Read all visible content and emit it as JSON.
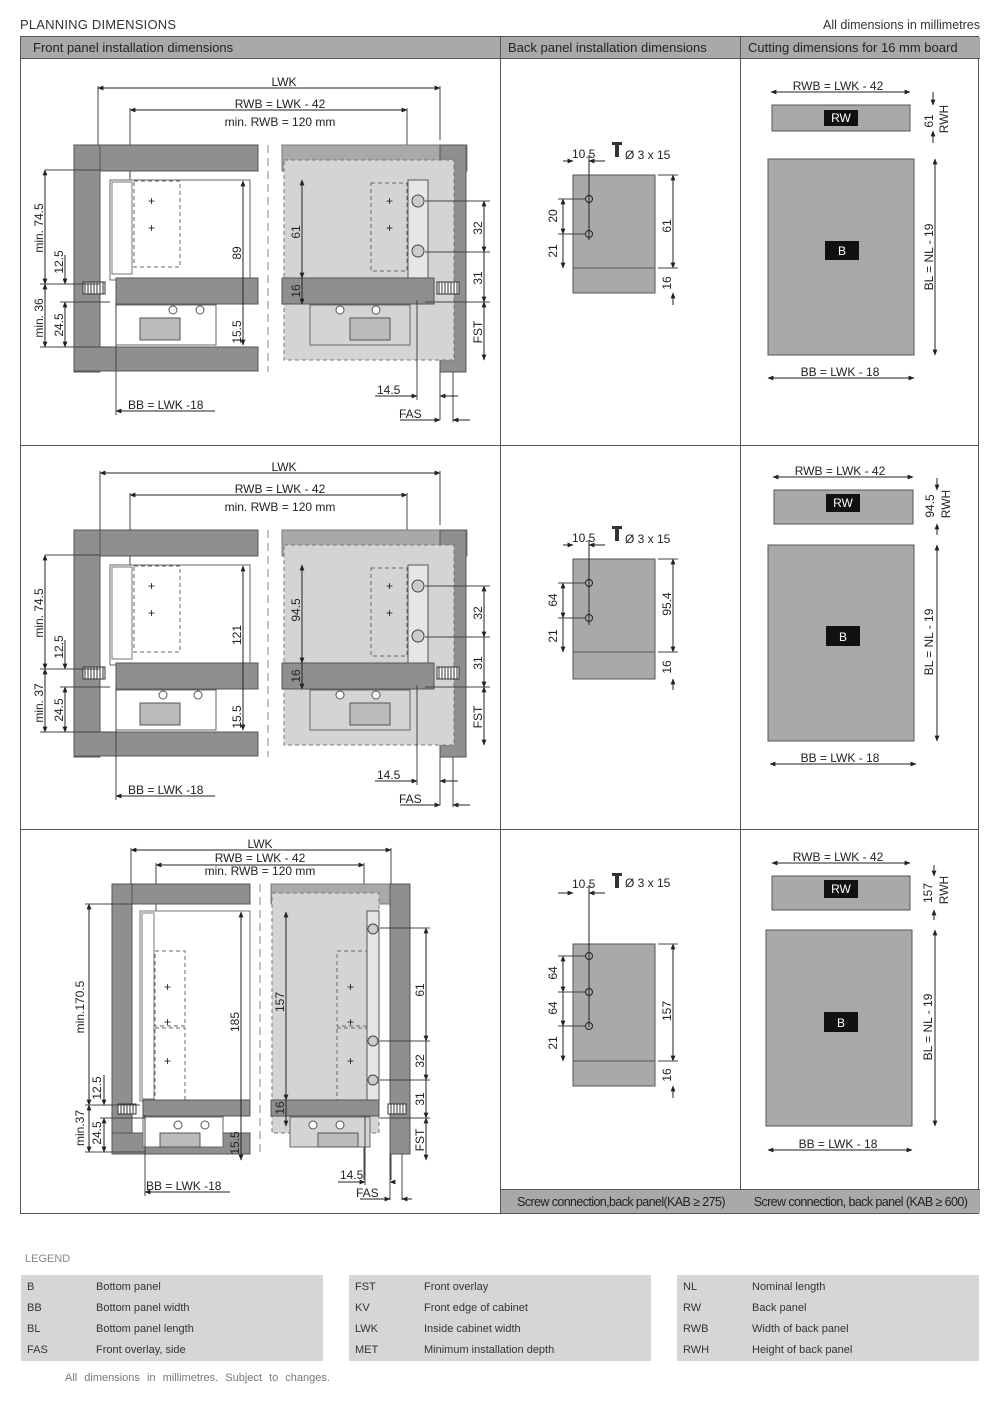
{
  "header": {
    "title": "PLANNING DIMENSIONS",
    "note": "All dimensions in millimetres"
  },
  "columns": [
    {
      "label": "Front panel installation dimensions"
    },
    {
      "label": "Back panel installation dimensions"
    },
    {
      "label": "Cutting dimensions for 16 mm board"
    }
  ],
  "rows": [
    {
      "front": {
        "lwk": "LWK",
        "rwb": "RWB = LWK - 42",
        "min_rwb": "min. RWB = 120 mm",
        "min_height": "min. 74.5",
        "d12_5": "12.5",
        "min_low": "min. 36",
        "d24_5": "24.5",
        "h_inner": "89",
        "d15_5": "15.5",
        "h_back": "61",
        "d16": "16",
        "d32": "32",
        "d31": "31",
        "fst": "FST",
        "d14_5": "14.5",
        "fas": "FAS",
        "bb": "BB = LWK -18"
      },
      "back": {
        "d10_5": "10.5",
        "screw": "Ø 3 x 15",
        "holes": [
          "20",
          "21"
        ],
        "height": "61",
        "d16": "16"
      },
      "cutting": {
        "rwb": "RWB = LWK - 42",
        "rw": "RW",
        "rwh_value": "61",
        "rwh": "RWH",
        "b": "B",
        "bl": "BL = NL - 19",
        "bb": "BB = LWK - 18"
      }
    },
    {
      "front": {
        "lwk": "LWK",
        "rwb": "RWB = LWK - 42",
        "min_rwb": "min. RWB = 120 mm",
        "min_height": "min. 74.5",
        "d12_5": "12.5",
        "min_low": "min. 37",
        "d24_5": "24.5",
        "h_inner": "121",
        "d15_5": "15.5",
        "h_back": "94.5",
        "d16": "16",
        "d32": "32",
        "d31": "31",
        "fst": "FST",
        "d14_5": "14.5",
        "fas": "FAS",
        "bb": "BB = LWK -18"
      },
      "back": {
        "d10_5": "10.5",
        "screw": "Ø 3 x 15",
        "holes": [
          "64",
          "21"
        ],
        "height": "95.4",
        "d16": "16"
      },
      "cutting": {
        "rwb": "RWB = LWK - 42",
        "rw": "RW",
        "rwh_value": "94.5",
        "rwh": "RWH",
        "b": "B",
        "bl": "BL = NL - 19",
        "bb": "BB = LWK - 18"
      }
    },
    {
      "front": {
        "lwk": "LWK",
        "rwb": "RWB = LWK - 42",
        "min_rwb": "min. RWB = 120 mm",
        "min_height": "min.170.5",
        "d12_5": "12.5",
        "min_low": "min.37",
        "d24_5": "24.5",
        "h_inner": "185",
        "d15_5": "15.5",
        "h_back": "157",
        "d16": "16",
        "d61": "61",
        "d32": "32",
        "d31": "31",
        "fst": "FST",
        "d14_5": "14.5",
        "fas": "FAS",
        "bb": "BB = LWK -18"
      },
      "back": {
        "d10_5": "10.5",
        "screw": "Ø 3 x 15",
        "holes": [
          "64",
          "64",
          "21"
        ],
        "height": "157",
        "d16": "16"
      },
      "cutting": {
        "rwb": "RWB = LWK - 42",
        "rw": "RW",
        "rwh_value": "157",
        "rwh": "RWH",
        "b": "B",
        "bl": "BL = NL - 19",
        "bb": "BB = LWK - 18"
      }
    }
  ],
  "footers": {
    "back": "Screw connection,back panel(KAB ≥ 275)",
    "cutting": "Screw connection, back panel (KAB ≥ 600)"
  },
  "legend": {
    "title": "LEGEND",
    "groups": [
      [
        {
          "abbr": "B",
          "desc": "Bottom panel"
        },
        {
          "abbr": "BB",
          "desc": "Bottom panel width"
        },
        {
          "abbr": "BL",
          "desc": "Bottom panel length"
        },
        {
          "abbr": "FAS",
          "desc": "Front overlay, side"
        }
      ],
      [
        {
          "abbr": "FST",
          "desc": "Front overlay"
        },
        {
          "abbr": "KV",
          "desc": "Front edge of cabinet"
        },
        {
          "abbr": "LWK",
          "desc": "Inside cabinet width"
        },
        {
          "abbr": "MET",
          "desc": "Minimum installation depth"
        }
      ],
      [
        {
          "abbr": "NL",
          "desc": "Nominal length"
        },
        {
          "abbr": "RW",
          "desc": "Back panel"
        },
        {
          "abbr": "RWB",
          "desc": "Width of back panel"
        },
        {
          "abbr": "RWH",
          "desc": "Height of back panel"
        }
      ]
    ],
    "footnote": "All dimensions in millimetres. Subject to changes."
  },
  "colors": {
    "panel_dark": "#8f8f8f",
    "panel_mid": "#a9a9a9",
    "panel_light": "#d4d4d4",
    "label_box": "#111111",
    "line": "#333333"
  }
}
